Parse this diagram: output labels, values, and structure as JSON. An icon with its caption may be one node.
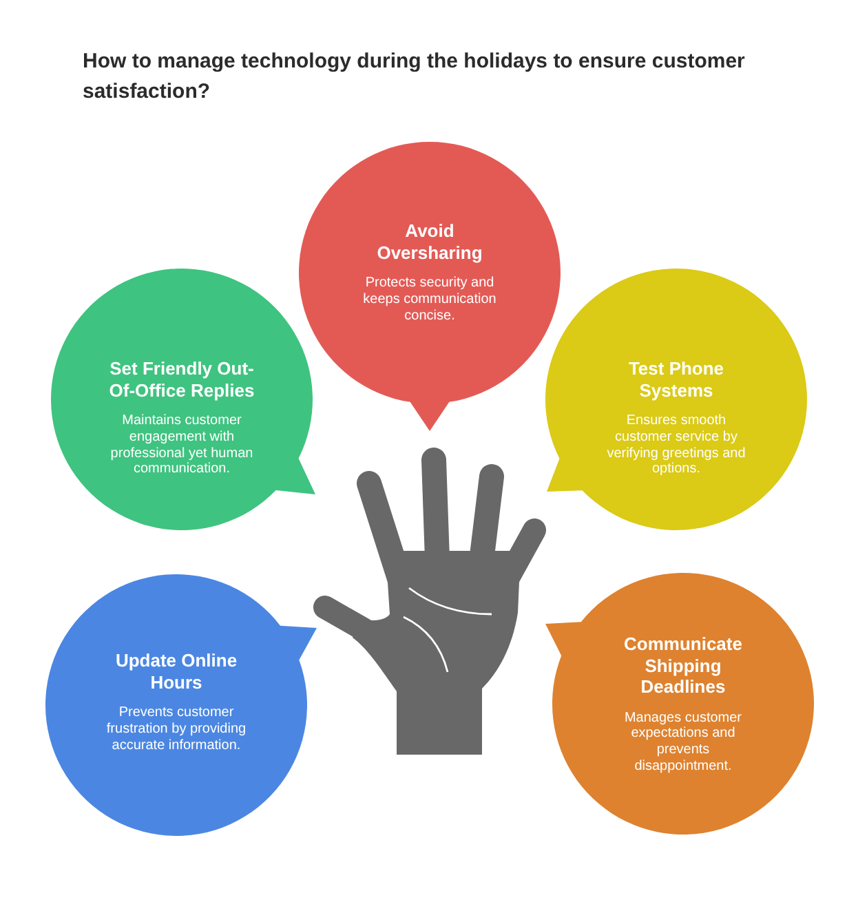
{
  "diagram": {
    "title": "How to manage technology during the holidays to ensure customer satisfaction?",
    "nodes": [
      {
        "text": [
          "Avoid Oversharing",
          "Protects security and keeps communication concise."
        ]
      },
      {
        "text": [
          "Set Friendly Out-Of-Office Replies",
          "Maintains customer engagement with professional yet human communication."
        ]
      },
      {
        "text": [
          "Test Phone Systems",
          "Ensures smooth customer service by verifying greetings and options."
        ]
      },
      {
        "text": [
          "Update Online Hours",
          "Prevents customer frustration by providing accurate information."
        ]
      },
      {
        "text": [
          "Communicate Shipping Deadlines",
          "Manages customer expectations and prevents disappointment."
        ]
      }
    ]
  }
}
